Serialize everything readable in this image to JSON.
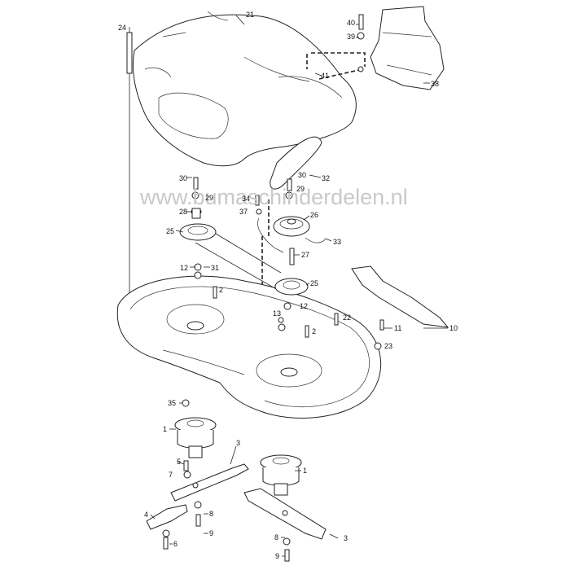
{
  "watermark": "www.bumaschinderdelen.nl",
  "callouts": [
    {
      "id": "c24",
      "label": "24"
    },
    {
      "id": "c21",
      "label": "21"
    },
    {
      "id": "c40",
      "label": "40"
    },
    {
      "id": "c39",
      "label": "39"
    },
    {
      "id": "c38",
      "label": "38"
    },
    {
      "id": "c41",
      "label": "41"
    },
    {
      "id": "c32",
      "label": "32"
    },
    {
      "id": "c30a",
      "label": "30"
    },
    {
      "id": "c29a",
      "label": "29"
    },
    {
      "id": "c30b",
      "label": "30"
    },
    {
      "id": "c29b",
      "label": "29"
    },
    {
      "id": "c34",
      "label": "34"
    },
    {
      "id": "c37",
      "label": "37"
    },
    {
      "id": "c28",
      "label": "28"
    },
    {
      "id": "c26",
      "label": "26"
    },
    {
      "id": "c25a",
      "label": "25"
    },
    {
      "id": "c33",
      "label": "33"
    },
    {
      "id": "c27",
      "label": "27"
    },
    {
      "id": "c12a",
      "label": "12"
    },
    {
      "id": "c31",
      "label": "31"
    },
    {
      "id": "c2a",
      "label": "2"
    },
    {
      "id": "c25b",
      "label": "25"
    },
    {
      "id": "c13",
      "label": "13"
    },
    {
      "id": "c12b",
      "label": "12"
    },
    {
      "id": "c22",
      "label": "22"
    },
    {
      "id": "c2b",
      "label": "2"
    },
    {
      "id": "c11",
      "label": "11"
    },
    {
      "id": "c10",
      "label": "10"
    },
    {
      "id": "c23",
      "label": "23"
    },
    {
      "id": "c35",
      "label": "35"
    },
    {
      "id": "c1a",
      "label": "1"
    },
    {
      "id": "c3a",
      "label": "3"
    },
    {
      "id": "c5",
      "label": "5"
    },
    {
      "id": "c7",
      "label": "7"
    },
    {
      "id": "c1b",
      "label": "1"
    },
    {
      "id": "c4",
      "label": "4"
    },
    {
      "id": "c8a",
      "label": "8"
    },
    {
      "id": "c6",
      "label": "6"
    },
    {
      "id": "c9a",
      "label": "9"
    },
    {
      "id": "c8b",
      "label": "8"
    },
    {
      "id": "c3b",
      "label": "3"
    },
    {
      "id": "c9b",
      "label": "9"
    }
  ]
}
